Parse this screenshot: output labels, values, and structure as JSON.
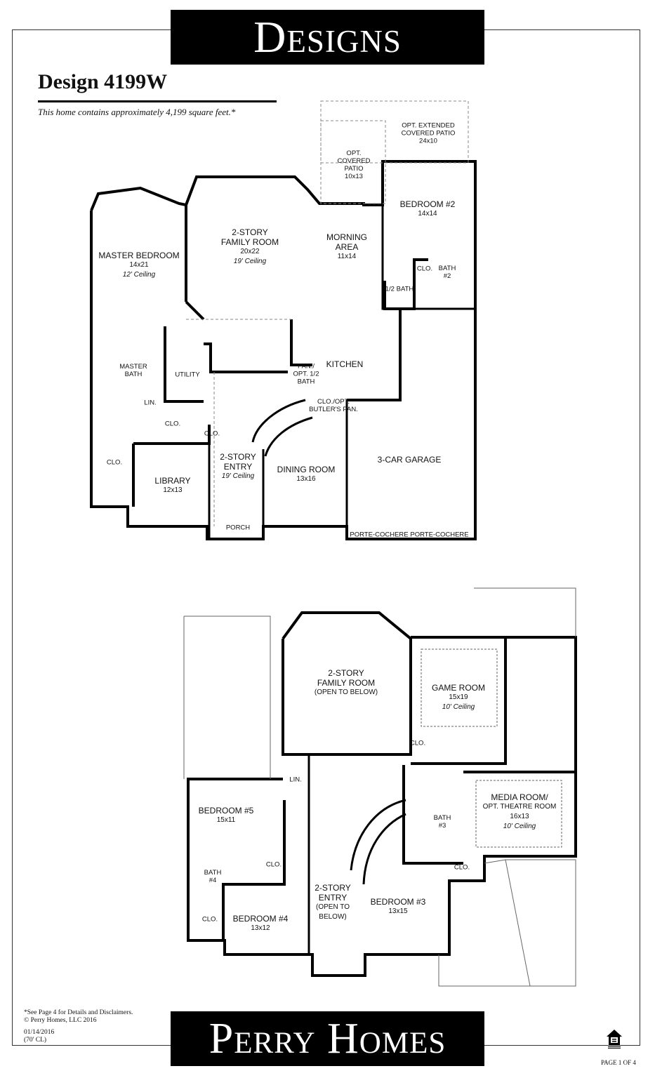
{
  "header": {
    "banner": "Designs",
    "title": "Design 4199W",
    "subtitle": "This home contains approximately 4,199 square feet.*"
  },
  "first_floor": [
    {
      "name": "OPT. EXTENDED COVERED PATIO",
      "l1": "OPT. EXTENDED",
      "l2": "COVERED PATIO",
      "dim": "24x10"
    },
    {
      "name": "OPT. COVERED PATIO",
      "l1": "OPT.",
      "l2": "COVERED",
      "l3": "PATIO",
      "dim": "10x13"
    },
    {
      "name": "BEDROOM #2",
      "l1": "BEDROOM #2",
      "dim": "14x14"
    },
    {
      "name": "2-STORY FAMILY ROOM",
      "l1": "2-STORY",
      "l2": "FAMILY ROOM",
      "dim": "20x22",
      "ceiling": "19' Ceiling"
    },
    {
      "name": "MORNING AREA",
      "l1": "MORNING",
      "l2": "AREA",
      "dim": "11x14"
    },
    {
      "name": "MASTER BEDROOM",
      "l1": "MASTER BEDROOM",
      "dim": "14x21",
      "ceiling": "12' Ceiling"
    },
    {
      "l1": "CLO."
    },
    {
      "l1": "BATH",
      "l2": "#2"
    },
    {
      "l1": "1/2 BATH"
    },
    {
      "l1": "MASTER",
      "l2": "BATH"
    },
    {
      "l1": "UTILITY"
    },
    {
      "l1": "LIN."
    },
    {
      "l1": "KITCHEN"
    },
    {
      "l1": "PAN./",
      "l2": "OPT. 1/2",
      "l3": "BATH"
    },
    {
      "l1": "CLO./OPT.",
      "l2": "BUTLER'S PAN."
    },
    {
      "l1": "CLO."
    },
    {
      "l1": "CLO."
    },
    {
      "l1": "CLO."
    },
    {
      "l1": "2-STORY",
      "l2": "ENTRY",
      "ceiling": "19' Ceiling"
    },
    {
      "l1": "DINING ROOM",
      "dim": "13x16"
    },
    {
      "l1": "3-CAR GARAGE"
    },
    {
      "l1": "LIBRARY",
      "dim": "12x13"
    },
    {
      "l1": "PORCH"
    },
    {
      "l1": "PORTE-COCHERE"
    },
    {
      "l1": "PORTE-COCHERE"
    }
  ],
  "second_floor": [
    {
      "l1": "2-STORY",
      "l2": "FAMILY ROOM",
      "l3": "(OPEN TO BELOW)"
    },
    {
      "l1": "GAME ROOM",
      "dim": "15x19",
      "ceiling": "10' Ceiling"
    },
    {
      "l1": "CLO."
    },
    {
      "l1": "LIN."
    },
    {
      "l1": "BEDROOM #5",
      "dim": "15x11"
    },
    {
      "l1": "MEDIA ROOM/",
      "l2": "OPT. THEATRE ROOM",
      "dim": "16x13",
      "ceiling": "10' Ceiling"
    },
    {
      "l1": "BATH",
      "l2": "#3"
    },
    {
      "l1": "CLO."
    },
    {
      "l1": "BATH",
      "l2": "#4"
    },
    {
      "l1": "CLO."
    },
    {
      "l1": "2-STORY",
      "l2": "ENTRY",
      "l3": "(OPEN TO",
      "l4": "BELOW)"
    },
    {
      "l1": "BEDROOM #3",
      "dim": "13x15"
    },
    {
      "l1": "CLO."
    },
    {
      "l1": "BEDROOM #4",
      "dim": "13x12"
    }
  ],
  "footer": {
    "disclaimer": "*See Page 4 for Details and Disclaimers.",
    "copyright": "© Perry Homes, LLC 2016",
    "date": "01/14/2016",
    "lot": "(70' CL)",
    "brand": "Perry Homes",
    "page": "PAGE 1 OF 4",
    "equal_housing_icon": "equal-housing-opportunity-logo"
  }
}
